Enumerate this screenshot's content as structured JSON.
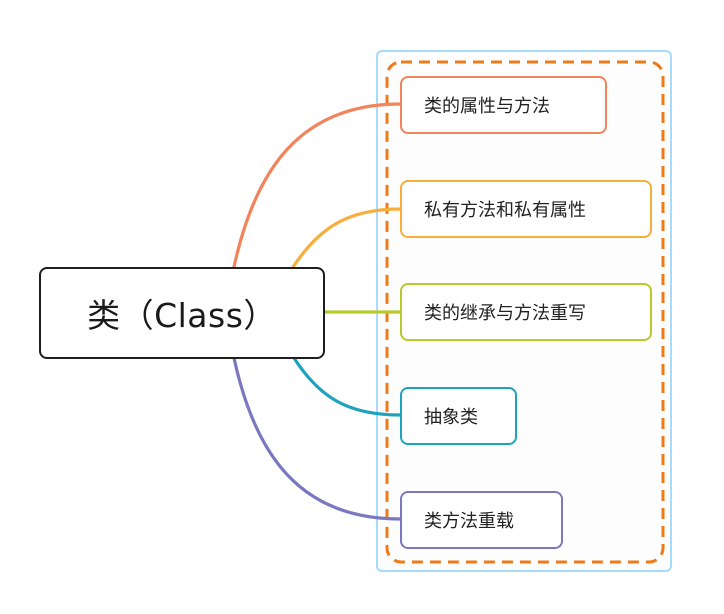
{
  "mindmap": {
    "central": {
      "label": "类（Class）",
      "border_color": "#1e1e1e"
    },
    "boundary": {
      "outer_color": "#a6dcf7",
      "dashed_color": "#f07a1a"
    },
    "topics": [
      {
        "label": "类的属性与方法",
        "color": "#f0845c"
      },
      {
        "label": "私有方法和私有属性",
        "color": "#f8ae3c"
      },
      {
        "label": "类的继承与方法重写",
        "color": "#b8c92c"
      },
      {
        "label": "抽象类",
        "color": "#1ea3bf"
      },
      {
        "label": "类方法重载",
        "color": "#7b78bf"
      }
    ]
  }
}
